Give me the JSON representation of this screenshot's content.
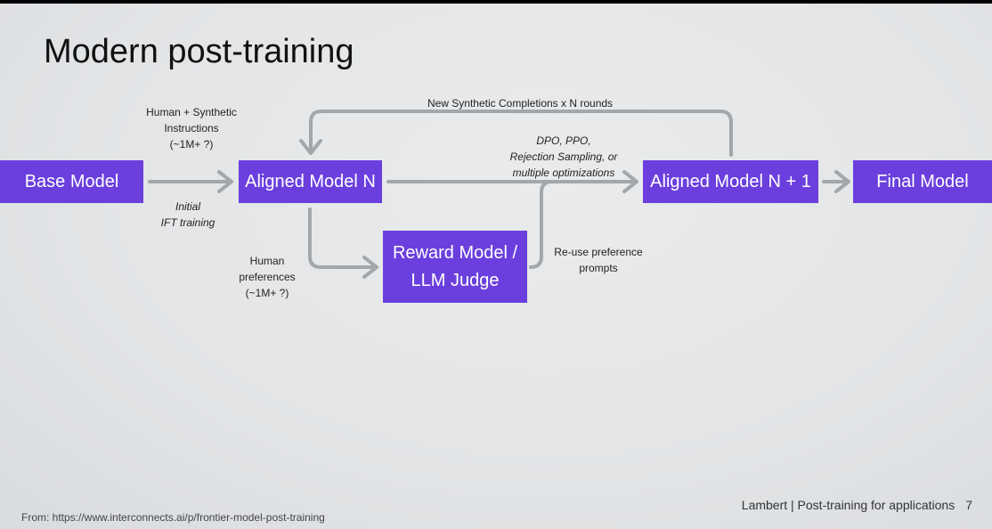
{
  "slide": {
    "title": "Modern post-training",
    "boxes": {
      "base_model": "Base Model",
      "aligned_model_n": "Aligned Model N",
      "reward_model_line1": "Reward Model /",
      "reward_model_line2": "LLM Judge",
      "aligned_model_n1": "Aligned Model N + 1",
      "final_model": "Final Model"
    },
    "labels": {
      "instructions": [
        "Human + Synthetic",
        "Instructions",
        "(~1M+ ?)"
      ],
      "ift": [
        "Initial",
        "IFT training"
      ],
      "preferences": [
        "Human",
        "preferences",
        "(~1M+ ?)"
      ],
      "optim": [
        "DPO, PPO,",
        "Rejection Sampling, or",
        "multiple optimizations"
      ],
      "reuse": [
        "Re-use preference",
        "prompts"
      ],
      "loop": "New Synthetic Completions x N rounds"
    },
    "footer": {
      "source": "From: https://www.interconnects.ai/p/frontier-model-post-training",
      "credit": "Lambert | Post-training for applications",
      "page": "7"
    },
    "colors": {
      "box": "#6a3fdd",
      "arrow": "#a4a7aa",
      "background": "#e4e6e8"
    }
  }
}
